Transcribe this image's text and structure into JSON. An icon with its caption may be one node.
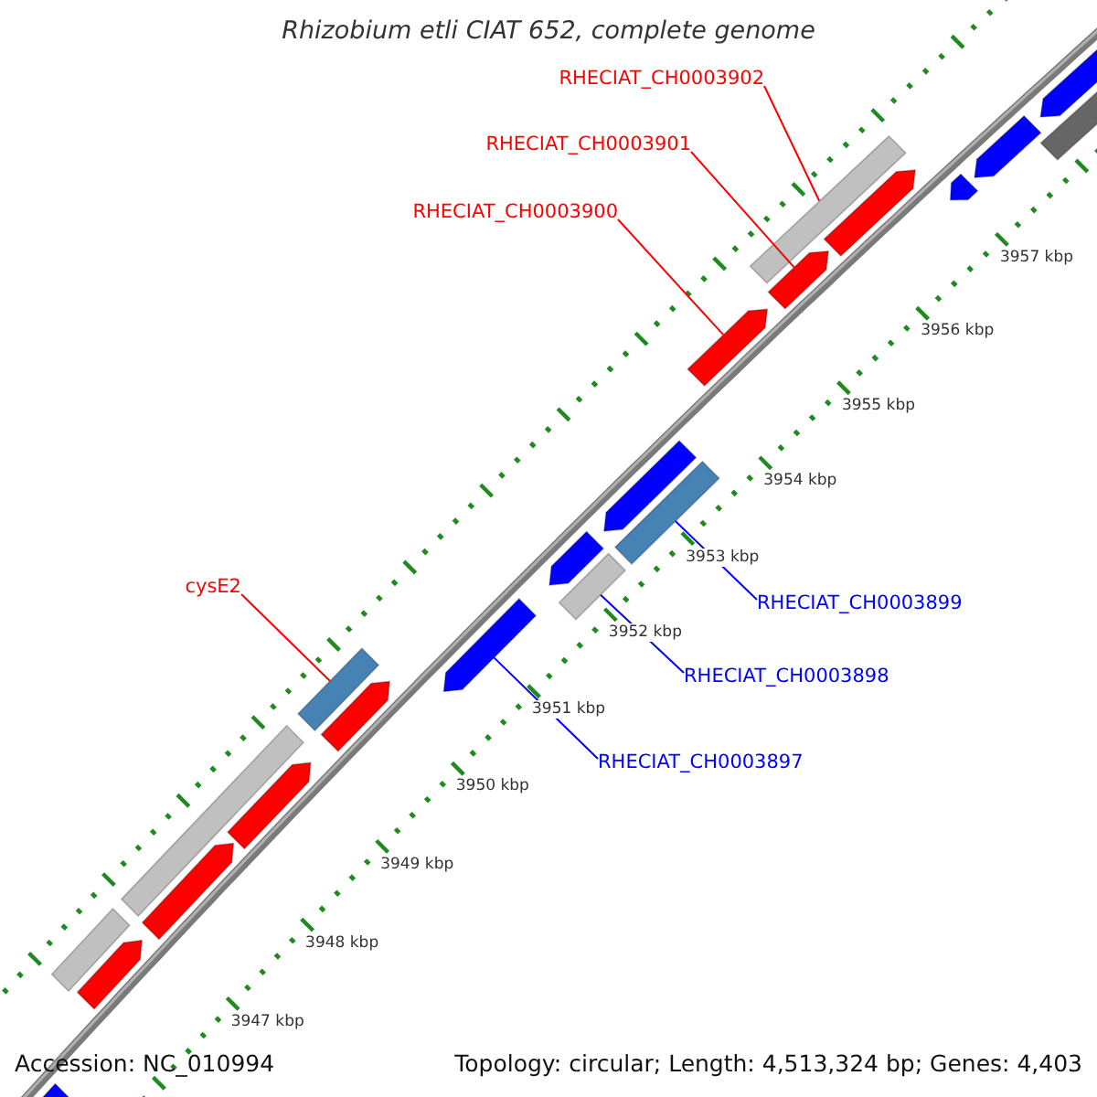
{
  "diagram": {
    "title": "Rhizobium etli CIAT 652, complete genome",
    "nodes": [
      {
        "text": [
          "RHECIAT_CH0003902"
        ]
      },
      {
        "text": [
          "RHECIAT_CH0003901"
        ]
      },
      {
        "text": [
          "RHECIAT_CH0003900"
        ]
      },
      {
        "text": [
          "cysE2"
        ]
      },
      {
        "text": [
          "RHECIAT_CH0003899"
        ]
      },
      {
        "text": [
          "RHECIAT_CH0003898"
        ]
      },
      {
        "text": [
          "RHECIAT_CH0003897"
        ]
      },
      {
        "text": [],
        "shape": "arrow"
      },
      {
        "text": [],
        "shape": "bar"
      },
      {
        "text": [],
        "shape": "arrow"
      },
      {
        "text": [],
        "shape": "arrow"
      },
      {
        "text": [],
        "shape": "arrow"
      },
      {
        "text": [],
        "shape": "bar"
      },
      {
        "text": [],
        "shape": "arrow"
      },
      {
        "text": [],
        "shape": "arrow"
      },
      {
        "text": [],
        "shape": "arrow"
      },
      {
        "text": [],
        "shape": "bar"
      },
      {
        "text": [],
        "shape": "arrow"
      },
      {
        "text": [],
        "shape": "bar"
      },
      {
        "text": [],
        "shape": "arrow"
      },
      {
        "text": [],
        "shape": "bar"
      },
      {
        "text": [],
        "shape": "arrow"
      },
      {
        "text": [],
        "shape": "arrow"
      },
      {
        "text": [],
        "shape": "bar"
      },
      {
        "text": [],
        "shape": "arrow"
      },
      {
        "text": [],
        "shape": "bar"
      },
      {
        "text": [],
        "shape": "arrow"
      },
      {
        "text": [],
        "shape": "arrow"
      }
    ],
    "edges": [
      {
        "from": 0,
        "to": 12,
        "arrow": "none"
      },
      {
        "from": 1,
        "to": 13,
        "arrow": "none"
      },
      {
        "from": 2,
        "to": 14,
        "arrow": "none"
      },
      {
        "from": 3,
        "to": 20,
        "arrow": "none"
      },
      {
        "from": 4,
        "to": 16,
        "arrow": "none",
        "color": "#0000ff"
      },
      {
        "from": 5,
        "to": 18,
        "arrow": "none",
        "color": "#0000ff"
      },
      {
        "from": 6,
        "to": 19,
        "arrow": "none",
        "color": "#0000ff"
      }
    ],
    "labels": [
      "3957 kbp",
      "3956 kbp",
      "3955 kbp",
      "3954 kbp",
      "3953 kbp",
      "3952 kbp",
      "3951 kbp",
      "3950 kbp",
      "3949 kbp",
      "3948 kbp",
      "3947 kbp",
      "Accession: NC_010994",
      "Topology: circular; Length: 4,513,324 bp; Genes: 4,403"
    ]
  }
}
